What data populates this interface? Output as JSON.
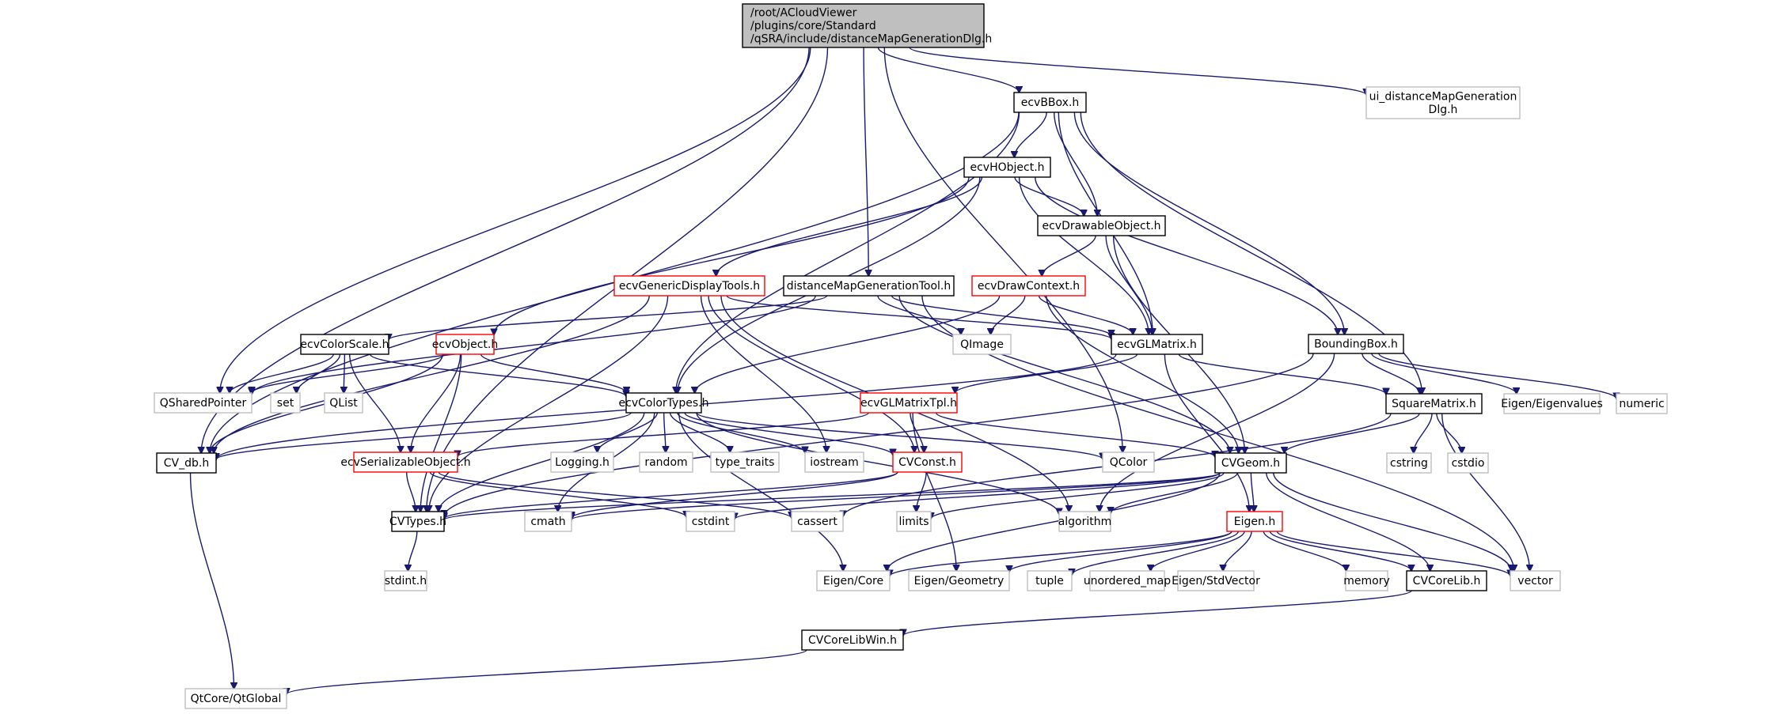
{
  "title": "Include dependency graph for distanceMapGenerationDlg.h",
  "colors": {
    "edge": "#191970",
    "root_fill": "#bfbfbf",
    "root_border": "#000000",
    "documented_border": "#000000",
    "truncated_border": "#ff0000",
    "external_border": "#bfbfbf",
    "node_fill": "#ffffff"
  },
  "nodes": [
    {
      "id": "root",
      "lines": [
        "/root/ACloudViewer",
        "/plugins/core/Standard",
        "/qSRA/include/distanceMapGenerationDlg.h"
      ],
      "kind": "root"
    },
    {
      "id": "ecvBBox",
      "lines": [
        "ecvBBox.h"
      ],
      "kind": "documented"
    },
    {
      "id": "ui_dlg",
      "lines": [
        "ui_distanceMapGeneration",
        "Dlg.h"
      ],
      "kind": "external"
    },
    {
      "id": "ecvHObject",
      "lines": [
        "ecvHObject.h"
      ],
      "kind": "documented"
    },
    {
      "id": "ecvDrawableObject",
      "lines": [
        "ecvDrawableObject.h"
      ],
      "kind": "documented"
    },
    {
      "id": "ecvGenericDisplayTools",
      "lines": [
        "ecvGenericDisplayTools.h"
      ],
      "kind": "truncated"
    },
    {
      "id": "distanceMapGenerationTool",
      "lines": [
        "distanceMapGenerationTool.h"
      ],
      "kind": "documented"
    },
    {
      "id": "ecvDrawContext",
      "lines": [
        "ecvDrawContext.h"
      ],
      "kind": "truncated"
    },
    {
      "id": "ecvColorScale",
      "lines": [
        "ecvColorScale.h"
      ],
      "kind": "documented"
    },
    {
      "id": "ecvObject",
      "lines": [
        "ecvObject.h"
      ],
      "kind": "truncated"
    },
    {
      "id": "QImage",
      "lines": [
        "QImage"
      ],
      "kind": "external"
    },
    {
      "id": "ecvGLMatrix",
      "lines": [
        "ecvGLMatrix.h"
      ],
      "kind": "documented"
    },
    {
      "id": "BoundingBox",
      "lines": [
        "BoundingBox.h"
      ],
      "kind": "documented"
    },
    {
      "id": "QSharedPointer",
      "lines": [
        "QSharedPointer"
      ],
      "kind": "external"
    },
    {
      "id": "set",
      "lines": [
        "set"
      ],
      "kind": "external"
    },
    {
      "id": "QList",
      "lines": [
        "QList"
      ],
      "kind": "external"
    },
    {
      "id": "ecvColorTypes",
      "lines": [
        "ecvColorTypes.h"
      ],
      "kind": "documented"
    },
    {
      "id": "ecvGLMatrixTpl",
      "lines": [
        "ecvGLMatrixTpl.h"
      ],
      "kind": "truncated"
    },
    {
      "id": "SquareMatrix",
      "lines": [
        "SquareMatrix.h"
      ],
      "kind": "documented"
    },
    {
      "id": "EigenEigenvalues",
      "lines": [
        "Eigen/Eigenvalues"
      ],
      "kind": "external"
    },
    {
      "id": "numeric",
      "lines": [
        "numeric"
      ],
      "kind": "external"
    },
    {
      "id": "CV_db",
      "lines": [
        "CV_db.h"
      ],
      "kind": "documented"
    },
    {
      "id": "ecvSerializableObject",
      "lines": [
        "ecvSerializableObject.h"
      ],
      "kind": "truncated"
    },
    {
      "id": "Logging",
      "lines": [
        "Logging.h"
      ],
      "kind": "external"
    },
    {
      "id": "random",
      "lines": [
        "random"
      ],
      "kind": "external"
    },
    {
      "id": "type_traits",
      "lines": [
        "type_traits"
      ],
      "kind": "external"
    },
    {
      "id": "iostream",
      "lines": [
        "iostream"
      ],
      "kind": "external"
    },
    {
      "id": "CVConst",
      "lines": [
        "CVConst.h"
      ],
      "kind": "truncated"
    },
    {
      "id": "QColor",
      "lines": [
        "QColor"
      ],
      "kind": "external"
    },
    {
      "id": "CVGeom",
      "lines": [
        "CVGeom.h"
      ],
      "kind": "documented"
    },
    {
      "id": "cstring",
      "lines": [
        "cstring"
      ],
      "kind": "external"
    },
    {
      "id": "cstdio",
      "lines": [
        "cstdio"
      ],
      "kind": "external"
    },
    {
      "id": "CVTypes",
      "lines": [
        "CVTypes.h"
      ],
      "kind": "documented"
    },
    {
      "id": "cmath",
      "lines": [
        "cmath"
      ],
      "kind": "external"
    },
    {
      "id": "cstdint",
      "lines": [
        "cstdint"
      ],
      "kind": "external"
    },
    {
      "id": "cassert",
      "lines": [
        "cassert"
      ],
      "kind": "external"
    },
    {
      "id": "limits",
      "lines": [
        "limits"
      ],
      "kind": "external"
    },
    {
      "id": "algorithm",
      "lines": [
        "algorithm"
      ],
      "kind": "external"
    },
    {
      "id": "EigenH",
      "lines": [
        "Eigen.h"
      ],
      "kind": "truncated"
    },
    {
      "id": "stdint",
      "lines": [
        "stdint.h"
      ],
      "kind": "external"
    },
    {
      "id": "EigenCore",
      "lines": [
        "Eigen/Core"
      ],
      "kind": "external"
    },
    {
      "id": "EigenGeometry",
      "lines": [
        "Eigen/Geometry"
      ],
      "kind": "external"
    },
    {
      "id": "tuple",
      "lines": [
        "tuple"
      ],
      "kind": "external"
    },
    {
      "id": "unordered_map",
      "lines": [
        "unordered_map"
      ],
      "kind": "external"
    },
    {
      "id": "EigenStdVector",
      "lines": [
        "Eigen/StdVector"
      ],
      "kind": "external"
    },
    {
      "id": "memory",
      "lines": [
        "memory"
      ],
      "kind": "external"
    },
    {
      "id": "CVCoreLib",
      "lines": [
        "CVCoreLib.h"
      ],
      "kind": "documented"
    },
    {
      "id": "vector",
      "lines": [
        "vector"
      ],
      "kind": "external"
    },
    {
      "id": "CVCoreLibWin",
      "lines": [
        "CVCoreLibWin.h"
      ],
      "kind": "documented"
    },
    {
      "id": "QtGlobal",
      "lines": [
        "QtCore/QtGlobal"
      ],
      "kind": "external"
    }
  ],
  "edges": [
    [
      "root",
      "ecvBBox"
    ],
    [
      "root",
      "ui_dlg"
    ],
    [
      "root",
      "distanceMapGenerationTool"
    ],
    [
      "root",
      "QSharedPointer"
    ],
    [
      "root",
      "CV_db"
    ],
    [
      "root",
      "CVTypes"
    ],
    [
      "root",
      "QColor"
    ],
    [
      "ecvBBox",
      "ecvHObject"
    ],
    [
      "ecvBBox",
      "ecvDrawableObject"
    ],
    [
      "ecvBBox",
      "ecvGLMatrix"
    ],
    [
      "ecvBBox",
      "BoundingBox"
    ],
    [
      "ecvBBox",
      "SquareMatrix"
    ],
    [
      "ecvBBox",
      "ecvColorTypes"
    ],
    [
      "ecvBBox",
      "CV_db"
    ],
    [
      "ecvHObject",
      "ecvDrawableObject"
    ],
    [
      "ecvHObject",
      "ecvGenericDisplayTools"
    ],
    [
      "ecvHObject",
      "ecvObject"
    ],
    [
      "ecvHObject",
      "ecvGLMatrix"
    ],
    [
      "ecvHObject",
      "BoundingBox"
    ],
    [
      "ecvHObject",
      "ecvColorTypes"
    ],
    [
      "ecvDrawableObject",
      "ecvDrawContext"
    ],
    [
      "ecvDrawableObject",
      "ecvGLMatrix"
    ],
    [
      "ecvDrawableObject",
      "CVGeom"
    ],
    [
      "ecvGenericDisplayTools",
      "ecvGLMatrix"
    ],
    [
      "ecvGenericDisplayTools",
      "CV_db"
    ],
    [
      "ecvGenericDisplayTools",
      "CVConst"
    ],
    [
      "ecvGenericDisplayTools",
      "iostream"
    ],
    [
      "ecvGenericDisplayTools",
      "algorithm"
    ],
    [
      "ecvGenericDisplayTools",
      "CVTypes"
    ],
    [
      "distanceMapGenerationTool",
      "ecvColorScale"
    ],
    [
      "distanceMapGenerationTool",
      "QImage"
    ],
    [
      "distanceMapGenerationTool",
      "ecvGLMatrix"
    ],
    [
      "distanceMapGenerationTool",
      "QSharedPointer"
    ],
    [
      "distanceMapGenerationTool",
      "vector"
    ],
    [
      "distanceMapGenerationTool",
      "CVGeom"
    ],
    [
      "ecvDrawContext",
      "QImage"
    ],
    [
      "ecvDrawContext",
      "ecvGLMatrix"
    ],
    [
      "ecvDrawContext",
      "ecvColorTypes"
    ],
    [
      "ecvDrawContext",
      "CVGeom"
    ],
    [
      "ecvColorScale",
      "QSharedPointer"
    ],
    [
      "ecvColorScale",
      "set"
    ],
    [
      "ecvColorScale",
      "QList"
    ],
    [
      "ecvColorScale",
      "ecvSerializableObject"
    ],
    [
      "ecvColorScale",
      "ecvColorTypes"
    ],
    [
      "ecvObject",
      "QSharedPointer"
    ],
    [
      "ecvObject",
      "ecvColorTypes"
    ],
    [
      "ecvObject",
      "ecvSerializableObject"
    ],
    [
      "ecvObject",
      "CV_db"
    ],
    [
      "ecvObject",
      "CVTypes"
    ],
    [
      "ecvGLMatrix",
      "ecvGLMatrixTpl"
    ],
    [
      "ecvGLMatrix",
      "SquareMatrix"
    ],
    [
      "ecvGLMatrix",
      "CV_db"
    ],
    [
      "ecvGLMatrix",
      "EigenH"
    ],
    [
      "BoundingBox",
      "SquareMatrix"
    ],
    [
      "BoundingBox",
      "EigenEigenvalues"
    ],
    [
      "BoundingBox",
      "numeric"
    ],
    [
      "BoundingBox",
      "CVTypes"
    ],
    [
      "BoundingBox",
      "algorithm"
    ],
    [
      "ecvColorTypes",
      "CV_db"
    ],
    [
      "ecvColorTypes",
      "Logging"
    ],
    [
      "ecvColorTypes",
      "random"
    ],
    [
      "ecvColorTypes",
      "type_traits"
    ],
    [
      "ecvColorTypes",
      "iostream"
    ],
    [
      "ecvColorTypes",
      "CVConst"
    ],
    [
      "ecvColorTypes",
      "QColor"
    ],
    [
      "ecvColorTypes",
      "algorithm"
    ],
    [
      "ecvColorTypes",
      "cmath"
    ],
    [
      "ecvColorTypes",
      "EigenCore"
    ],
    [
      "ecvColorTypes",
      "CVTypes"
    ],
    [
      "ecvGLMatrixTpl",
      "ecvSerializableObject"
    ],
    [
      "ecvGLMatrixTpl",
      "CVConst"
    ],
    [
      "ecvGLMatrixTpl",
      "CVGeom"
    ],
    [
      "ecvGLMatrixTpl",
      "EigenGeometry"
    ],
    [
      "SquareMatrix",
      "CVGeom"
    ],
    [
      "SquareMatrix",
      "cstring"
    ],
    [
      "SquareMatrix",
      "cstdio"
    ],
    [
      "SquareMatrix",
      "vector"
    ],
    [
      "SquareMatrix",
      "cassert"
    ],
    [
      "CV_db",
      "QtGlobal"
    ],
    [
      "ecvSerializableObject",
      "CVTypes"
    ],
    [
      "ecvSerializableObject",
      "cstdint"
    ],
    [
      "ecvSerializableObject",
      "cassert"
    ],
    [
      "CVConst",
      "limits"
    ],
    [
      "CVConst",
      "CVTypes"
    ],
    [
      "CVConst",
      "cmath"
    ],
    [
      "CVGeom",
      "EigenH"
    ],
    [
      "CVGeom",
      "CVTypes"
    ],
    [
      "CVGeom",
      "cmath"
    ],
    [
      "CVGeom",
      "cstdint"
    ],
    [
      "CVGeom",
      "limits"
    ],
    [
      "CVGeom",
      "algorithm"
    ],
    [
      "CVGeom",
      "EigenCore"
    ],
    [
      "CVGeom",
      "CVCoreLib"
    ],
    [
      "CVGeom",
      "vector"
    ],
    [
      "CVTypes",
      "stdint"
    ],
    [
      "EigenH",
      "EigenCore"
    ],
    [
      "EigenH",
      "EigenGeometry"
    ],
    [
      "EigenH",
      "tuple"
    ],
    [
      "EigenH",
      "unordered_map"
    ],
    [
      "EigenH",
      "EigenStdVector"
    ],
    [
      "EigenH",
      "memory"
    ],
    [
      "EigenH",
      "CVCoreLib"
    ],
    [
      "EigenH",
      "vector"
    ],
    [
      "CVCoreLib",
      "CVCoreLibWin"
    ],
    [
      "CVCoreLibWin",
      "QtGlobal"
    ]
  ]
}
